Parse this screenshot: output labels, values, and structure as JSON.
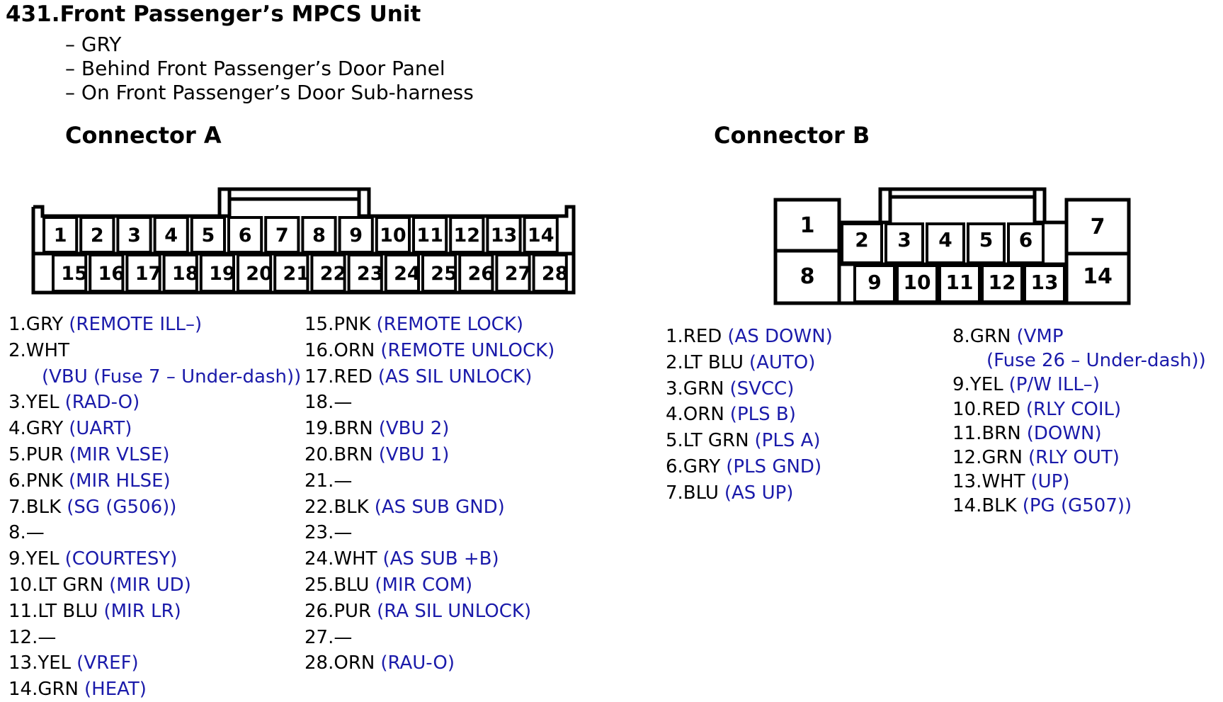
{
  "header": {
    "title": "431.Front Passenger’s MPCS Unit",
    "lines": [
      "– GRY",
      "– Behind Front Passenger’s Door Panel",
      "– On Front Passenger’s Door Sub-harness"
    ]
  },
  "connector_a": {
    "title": "Connector A",
    "top_row": [
      "1",
      "2",
      "3",
      "4",
      "5",
      "6",
      "7",
      "8",
      "9",
      "10",
      "11",
      "12",
      "13",
      "14"
    ],
    "bottom_row": [
      "15",
      "16",
      "17",
      "18",
      "19",
      "20",
      "21",
      "22",
      "23",
      "24",
      "25",
      "26",
      "27",
      "28"
    ],
    "pins_col1": [
      {
        "wire": "1.GRY",
        "desc": "(REMOTE ILL–)"
      },
      {
        "wire": "2.WHT",
        "desc": ""
      },
      {
        "wire": "",
        "desc": "(VBU (Fuse 7 – Under-dash))"
      },
      {
        "wire": "3.YEL",
        "desc": "(RAD-O)"
      },
      {
        "wire": "4.GRY",
        "desc": "(UART)"
      },
      {
        "wire": "5.PUR",
        "desc": "(MIR VLSE)"
      },
      {
        "wire": "6.PNK",
        "desc": "(MIR HLSE)"
      },
      {
        "wire": "7.BLK",
        "desc": "(SG (G506))"
      },
      {
        "wire": "8.—",
        "desc": ""
      },
      {
        "wire": "9.YEL",
        "desc": "(COURTESY)"
      },
      {
        "wire": "10.LT GRN",
        "desc": "(MIR UD)"
      },
      {
        "wire": "11.LT BLU",
        "desc": "(MIR LR)"
      },
      {
        "wire": "12.—",
        "desc": ""
      },
      {
        "wire": "13.YEL",
        "desc": "(VREF)"
      },
      {
        "wire": "14.GRN",
        "desc": "(HEAT)"
      }
    ],
    "pins_col2": [
      {
        "wire": "15.PNK",
        "desc": "(REMOTE LOCK)"
      },
      {
        "wire": "16.ORN",
        "desc": "(REMOTE UNLOCK)"
      },
      {
        "wire": "17.RED",
        "desc": "(AS SIL UNLOCK)"
      },
      {
        "wire": "18.—",
        "desc": ""
      },
      {
        "wire": "19.BRN",
        "desc": "(VBU 2)"
      },
      {
        "wire": "20.BRN",
        "desc": "(VBU 1)"
      },
      {
        "wire": "21.—",
        "desc": ""
      },
      {
        "wire": "22.BLK",
        "desc": "(AS SUB GND)"
      },
      {
        "wire": "23.—",
        "desc": ""
      },
      {
        "wire": "24.WHT",
        "desc": "(AS SUB +B)"
      },
      {
        "wire": "25.BLU",
        "desc": "(MIR COM)"
      },
      {
        "wire": "26.PUR",
        "desc": "(RA SIL UNLOCK)"
      },
      {
        "wire": "27.—",
        "desc": ""
      },
      {
        "wire": "28.ORN",
        "desc": "(RAU-O)"
      }
    ]
  },
  "connector_b": {
    "title": "Connector B",
    "cells": [
      "1",
      "2",
      "3",
      "4",
      "5",
      "6",
      "7",
      "8",
      "9",
      "10",
      "11",
      "12",
      "13",
      "14"
    ],
    "pins_col1": [
      {
        "wire": "1.RED",
        "desc": "(AS DOWN)"
      },
      {
        "wire": "2.LT BLU",
        "desc": "(AUTO)"
      },
      {
        "wire": "3.GRN",
        "desc": "(SVCC)"
      },
      {
        "wire": "4.ORN",
        "desc": "(PLS B)"
      },
      {
        "wire": "5.LT GRN",
        "desc": "(PLS A)"
      },
      {
        "wire": "6.GRY",
        "desc": "(PLS GND)"
      },
      {
        "wire": "7.BLU",
        "desc": "(AS UP)"
      }
    ],
    "pins_col2": [
      {
        "wire": "8.GRN",
        "desc": "(VMP"
      },
      {
        "wire": "",
        "desc": "(Fuse 26 – Under-dash))"
      },
      {
        "wire": "9.YEL",
        "desc": "(P/W ILL–)"
      },
      {
        "wire": "10.RED",
        "desc": "(RLY COIL)"
      },
      {
        "wire": "11.BRN",
        "desc": "(DOWN)"
      },
      {
        "wire": "12.GRN",
        "desc": "(RLY OUT)"
      },
      {
        "wire": "13.WHT",
        "desc": "(UP)"
      },
      {
        "wire": "14.BLK",
        "desc": "(PG (G507))"
      }
    ]
  },
  "colors": {
    "wire_text": "#000000",
    "desc_text": "#1a1aaa"
  }
}
